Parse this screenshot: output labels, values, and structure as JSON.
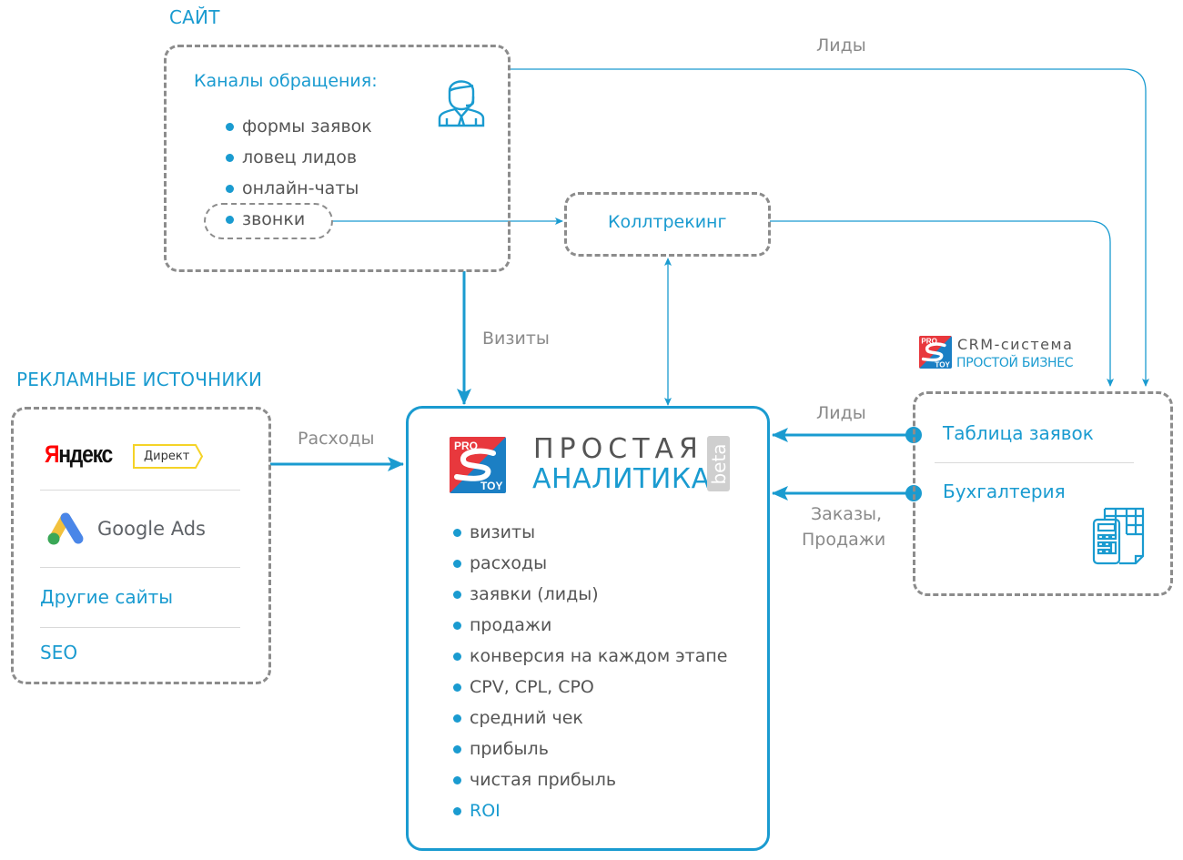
{
  "site": {
    "title": "САЙТ",
    "channels_heading": "Каналы обращения:",
    "channels": [
      "формы заявок",
      "ловец лидов",
      "онлайн-чаты",
      "звонки"
    ],
    "icon": "operator-headset-icon"
  },
  "ad_sources": {
    "title": "РЕКЛАМНЫЕ ИСТОЧНИКИ",
    "yandex_word": "Яндекс",
    "yandex_badge": "Директ",
    "google_ads": "Google Ads",
    "other_sites": "Другие сайты",
    "seo": "SEO"
  },
  "calltracking": {
    "label": "Коллтрекинг"
  },
  "analytics": {
    "logo_top": "PRO",
    "logo_bottom": "TOY",
    "title_line1": "ПРОСТАЯ",
    "title_line2": "АНАЛИТИКА",
    "badge": "beta",
    "metrics": [
      "визиты",
      "расходы",
      "заявки (лиды)",
      "продажи",
      "конверсия на каждом этапе",
      "CPV, CPL, CPO",
      "средний чек",
      "прибыль",
      "чистая прибыль",
      "ROI"
    ]
  },
  "crm": {
    "logo_top": "PRO",
    "logo_bottom": "TOY",
    "line1": "CRM-система",
    "line2": "ПРОСТОЙ БИЗНЕС",
    "items": [
      "Таблица заявок",
      "Бухгалтерия"
    ],
    "icon": "accounting-calculator-icon"
  },
  "flows": {
    "leads_top": "Лиды",
    "visits": "Визиты",
    "expenses": "Расходы",
    "leads_crm": "Лиды",
    "orders_line1": "Заказы,",
    "orders_line2": "Продажи"
  },
  "colors": {
    "accent": "#1a9bd0",
    "dash": "#8c8c8c",
    "label": "#8a8a8a",
    "text": "#555555",
    "logo_red": "#e8383d",
    "logo_blue": "#1b7fc4",
    "yandex_red": "#ff0000",
    "direkt_yellow": "#f5d327"
  }
}
